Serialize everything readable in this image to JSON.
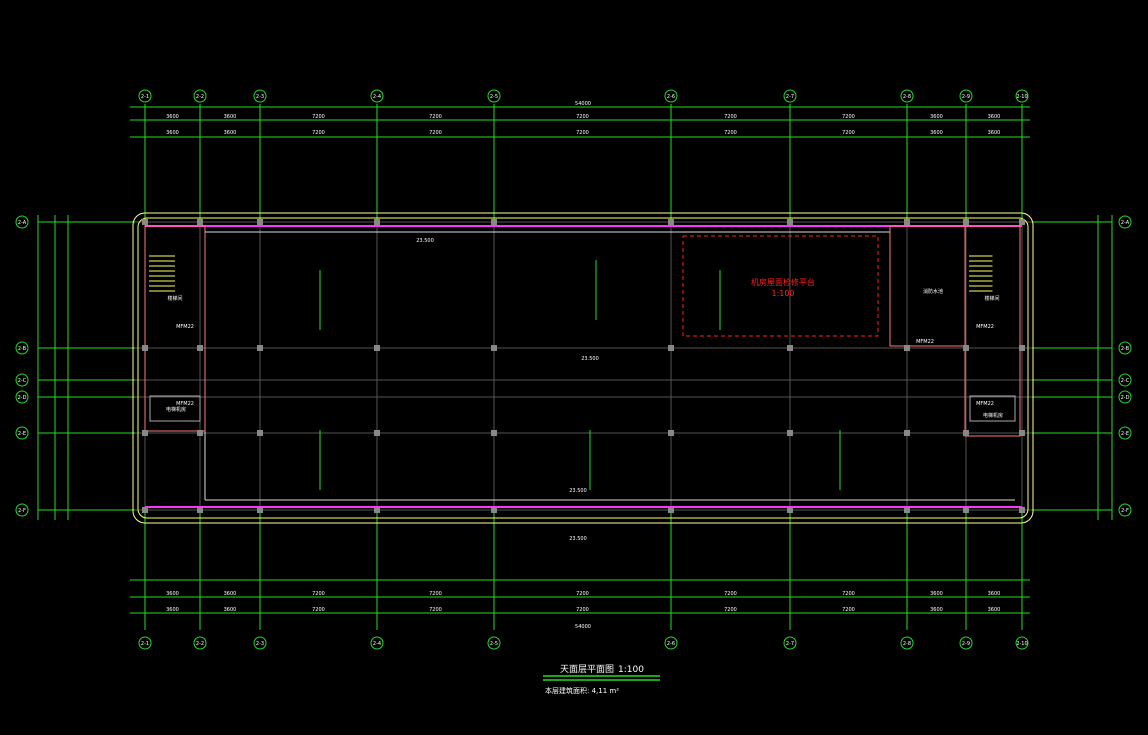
{
  "drawing": {
    "title": "天面层平面图",
    "scale": "1:100",
    "area_note": "本层建筑面积: 4,11 m²",
    "red_label": "机房屋面检修平台",
    "red_sub": "1:100",
    "room_labels": [
      "楼梯间",
      "楼梯间",
      "消防水池",
      "电梯机房",
      "电梯机房"
    ],
    "elevation_labels": [
      "23.500",
      "23.500",
      "23.500",
      "23.500"
    ],
    "door_labels": [
      "MFM22",
      "MFM22",
      "MFM22",
      "MFM22",
      "MFM22"
    ]
  },
  "axes_vertical": [
    "2-1",
    "2-2",
    "2-3",
    "2-4",
    "2-5",
    "2-6",
    "2-7",
    "2-8",
    "2-9",
    "2-10"
  ],
  "axes_horizontal": [
    "2-A",
    "2-B",
    "2-C",
    "2-D",
    "2-E",
    "2-F"
  ],
  "dimensions_top_overall": "54000",
  "dimensions_segments": [
    "3600",
    "3600",
    "7200",
    "7200",
    "7200",
    "7200",
    "7200",
    "3600",
    "3600"
  ],
  "colors": {
    "axis": "#22dd22",
    "wall": "#ffff66",
    "parapet": "#ff33ff",
    "column": "#888888",
    "text": "#ffffff",
    "red": "#ff2020"
  }
}
